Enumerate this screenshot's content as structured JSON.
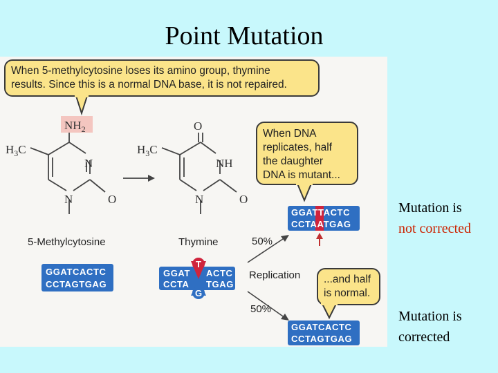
{
  "title": "Point Mutation",
  "figure": {
    "bubble_top": [
      "When 5-methylcytosine loses its amino group, thymine",
      "results. Since this is a normal DNA base, it is not repaired."
    ],
    "bubble_mid": [
      "When DNA",
      "replicates, half",
      "the daughter",
      "DNA is mutant..."
    ],
    "bubble_low": [
      "...and half",
      "is normal."
    ],
    "molecule_left_label": "5-Methylcytosine",
    "molecule_right_label": "Thymine",
    "atoms": {
      "nh2": "NH",
      "nh2_sub": "2",
      "methyl": "H",
      "methyl_sub": "3",
      "methyl_c": "C",
      "n": "N",
      "o": "O",
      "nh": "NH"
    },
    "pct_top": "50%",
    "pct_bottom": "50%",
    "replication": "Replication",
    "dna_left": [
      "GGATCACTC",
      "CCTAGTGAG"
    ],
    "dna_center": {
      "top_left": "GGAT",
      "top_right": "ACTC",
      "bottom_left": "CCTA",
      "bottom_right": "TGAG",
      "mismatch_top": "T",
      "mismatch_bottom": "G"
    },
    "dna_mutant": {
      "top_a": "GGAT",
      "top_b": "T",
      "top_c": "ACTC",
      "bottom_a": "CCTA",
      "bottom_b": "A",
      "bottom_c": "TGAG"
    },
    "dna_normal": [
      "GGATCACTC",
      "CCTAGTGAG"
    ],
    "colors": {
      "dna_blue": "#2f6fc2",
      "mutant_red": "#d0243c",
      "bubble": "#fbe48a"
    }
  },
  "notes": {
    "top_line1": "Mutation is",
    "top_line2": "not corrected",
    "bottom_line1": "Mutation is",
    "bottom_line2": "corrected"
  }
}
